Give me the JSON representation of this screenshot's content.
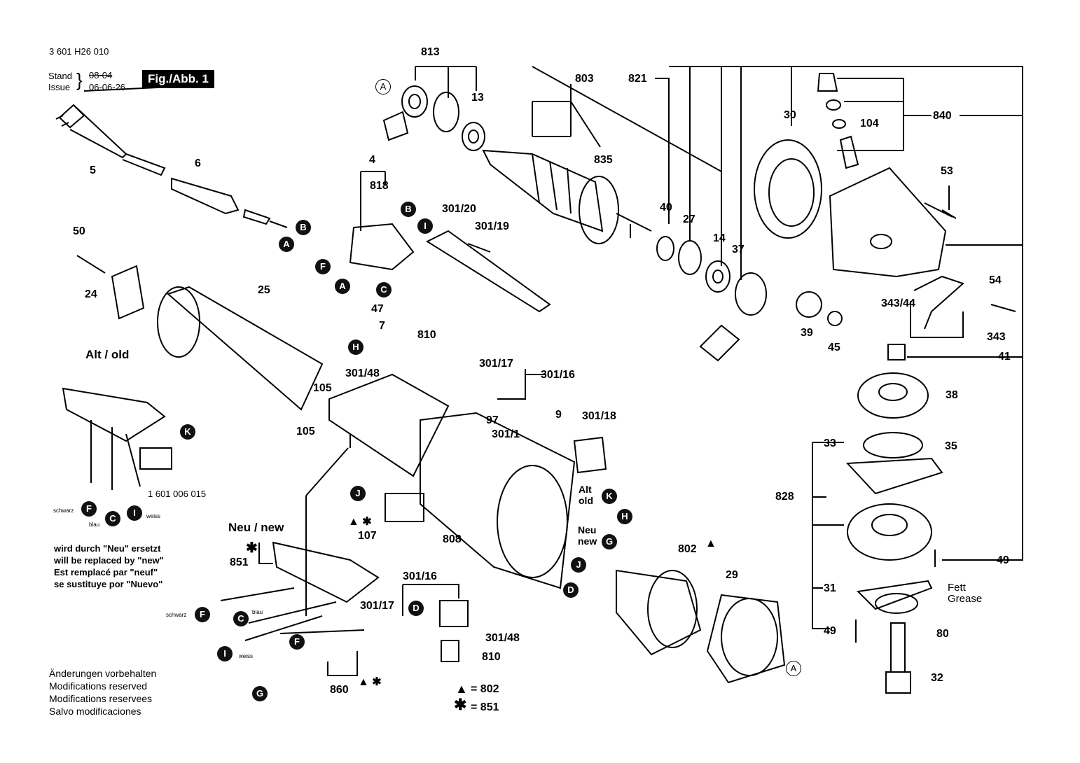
{
  "header": {
    "doc_number": "3 601 H26 010",
    "stand_label": "Stand",
    "stand_value": "08-04",
    "issue_label": "Issue",
    "issue_value": "06-06-26",
    "figure_tag": "Fig./Abb. 1"
  },
  "part_numbers": {
    "p813": "813",
    "p803": "803",
    "p821": "821",
    "p840": "840",
    "p104": "104",
    "p13": "13",
    "p835": "835",
    "p30": "30",
    "p53": "53",
    "p5": "5",
    "p6": "6",
    "p4": "4",
    "p818": "818",
    "p301_20": "301/20",
    "p301_19": "301/19",
    "p40": "40",
    "p27": "27",
    "p14": "14",
    "p37": "37",
    "p54": "54",
    "p50": "50",
    "p24": "24",
    "p25": "25",
    "p47": "47",
    "p7": "7",
    "p810a": "810",
    "p301_17a": "301/17",
    "p301_16a": "301/16",
    "p301_48a": "301/48",
    "p343_44": "343/44",
    "p343": "343",
    "p39": "39",
    "p45": "45",
    "p41": "41",
    "p38": "38",
    "p105a": "105",
    "p105b": "105",
    "p97": "97",
    "p9": "9",
    "p301_18": "301/18",
    "p301_1": "301/1",
    "p33": "33",
    "p35": "35",
    "p828": "828",
    "p1601": "1 601 006 015",
    "p107": "107",
    "p808": "808",
    "p802": "802",
    "p29": "29",
    "p49a": "49",
    "p31": "31",
    "p49b": "49",
    "p80": "80",
    "p32": "32",
    "p851": "851",
    "p301_16b": "301/16",
    "p301_17b": "301/17",
    "p301_48b": "301/48",
    "p810b": "810",
    "p860": "860"
  },
  "labels": {
    "alt_old": "Alt / old",
    "neu_new": "Neu / new",
    "alt": "Alt",
    "old": "old",
    "neu": "Neu",
    "new": "new",
    "fett": "Fett",
    "grease": "Grease",
    "schwarz": "schwarz",
    "blau": "blau",
    "weiss": "weiss"
  },
  "replacement_note": [
    "wird durch \"Neu\" ersetzt",
    "will be replaced by \"new\"",
    "Est remplacé par \"neuf\"",
    "se sustituye por \"Nuevo\""
  ],
  "legend": {
    "triangle_eq": "= 802",
    "star_eq": "= 851"
  },
  "footer": [
    "Änderungen vorbehalten",
    "Modifications reserved",
    "Modifications reservees",
    "Salvo modificaciones"
  ],
  "badges": {
    "A": "A",
    "B": "B",
    "C": "C",
    "D": "D",
    "F": "F",
    "G": "G",
    "H": "H",
    "I": "I",
    "J": "J",
    "K": "K"
  }
}
